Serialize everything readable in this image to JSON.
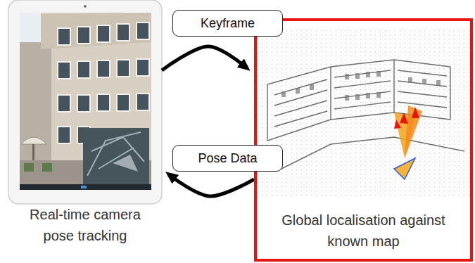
{
  "diagram": {
    "nodes": [
      {
        "text": [
          "Real-time camera pose tracking"
        ]
      },
      {
        "text": [
          "Global localisation against known map"
        ]
      }
    ],
    "edges": [
      {
        "from": 0,
        "to": 1,
        "arrow": "to",
        "label": "Keyframe"
      },
      {
        "from": 1,
        "to": 0,
        "arrow": "to",
        "label": "Pose Data"
      }
    ]
  }
}
